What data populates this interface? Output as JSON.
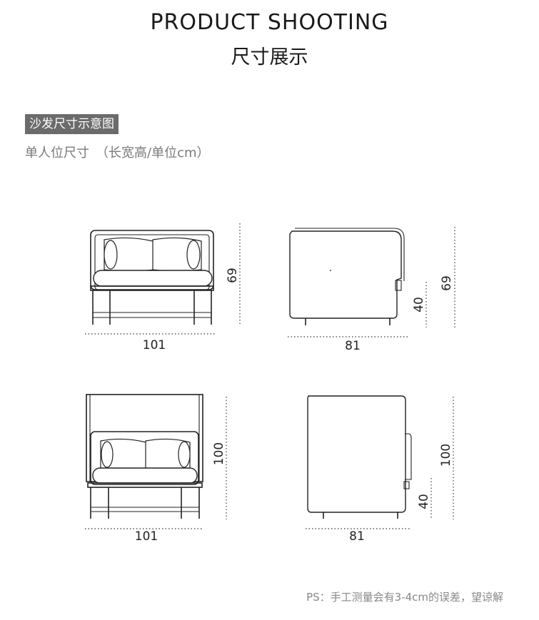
{
  "header": {
    "title_en": "PRODUCT SHOOTING",
    "title_cn": "尺寸展示"
  },
  "section": {
    "tag": "沙发尺寸示意图",
    "subtitle": "单人位尺寸　（长宽高/单位cm）"
  },
  "views": {
    "front_low": {
      "width": "101",
      "height": "69"
    },
    "side_low": {
      "depth": "81",
      "seat_height": "40",
      "height": "69"
    },
    "front_high": {
      "width": "101",
      "height": "100"
    },
    "side_high": {
      "depth": "81",
      "seat_height": "40",
      "height": "100"
    }
  },
  "note": "PS：手工测量会有3-4cm的误差，望谅解"
}
